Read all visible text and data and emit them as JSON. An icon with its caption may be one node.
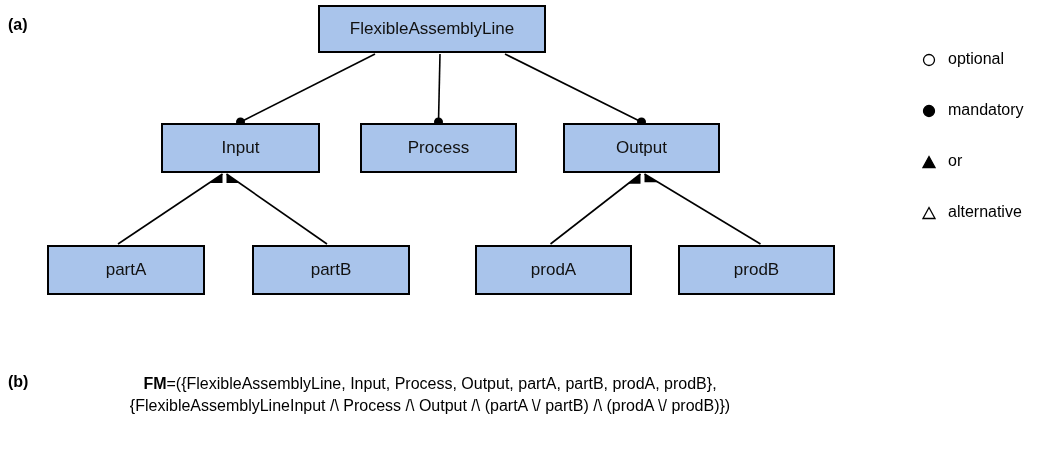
{
  "diagram": {
    "nodes": [
      {
        "text": [
          "FlexibleAssemblyLine"
        ]
      },
      {
        "text": [
          "Input"
        ]
      },
      {
        "text": [
          "Process"
        ]
      },
      {
        "text": [
          "Output"
        ]
      },
      {
        "text": [
          "partA"
        ]
      },
      {
        "text": [
          "partB"
        ]
      },
      {
        "text": [
          "prodA"
        ]
      },
      {
        "text": [
          "prodB"
        ]
      }
    ],
    "edges": [
      {
        "from": 0,
        "to": 1,
        "arrow": "other"
      },
      {
        "from": 0,
        "to": 2,
        "arrow": "other"
      },
      {
        "from": 0,
        "to": 3,
        "arrow": "other"
      },
      {
        "from": 1,
        "to": 4,
        "arrow": "other"
      },
      {
        "from": 1,
        "to": 5,
        "arrow": "other"
      },
      {
        "from": 3,
        "to": 6,
        "arrow": "other"
      },
      {
        "from": 3,
        "to": 7,
        "arrow": "other"
      }
    ],
    "labels": [
      "(a)",
      "(b)",
      "**FM**=({FlexibleAssemblyLine, Input, Process, Output, partA, partB, prodA, prodB}, {FlexibleAssemblyLineInput /\\ Process /\\ Output /\\ (partA \\/ partB) /\\ (prodA \\/ prodB)})"
    ],
    "legend": [
      {
        "text": "optional"
      },
      {
        "text": "mandatory"
      },
      {
        "text": "or"
      },
      {
        "text": "alternative"
      }
    ]
  }
}
